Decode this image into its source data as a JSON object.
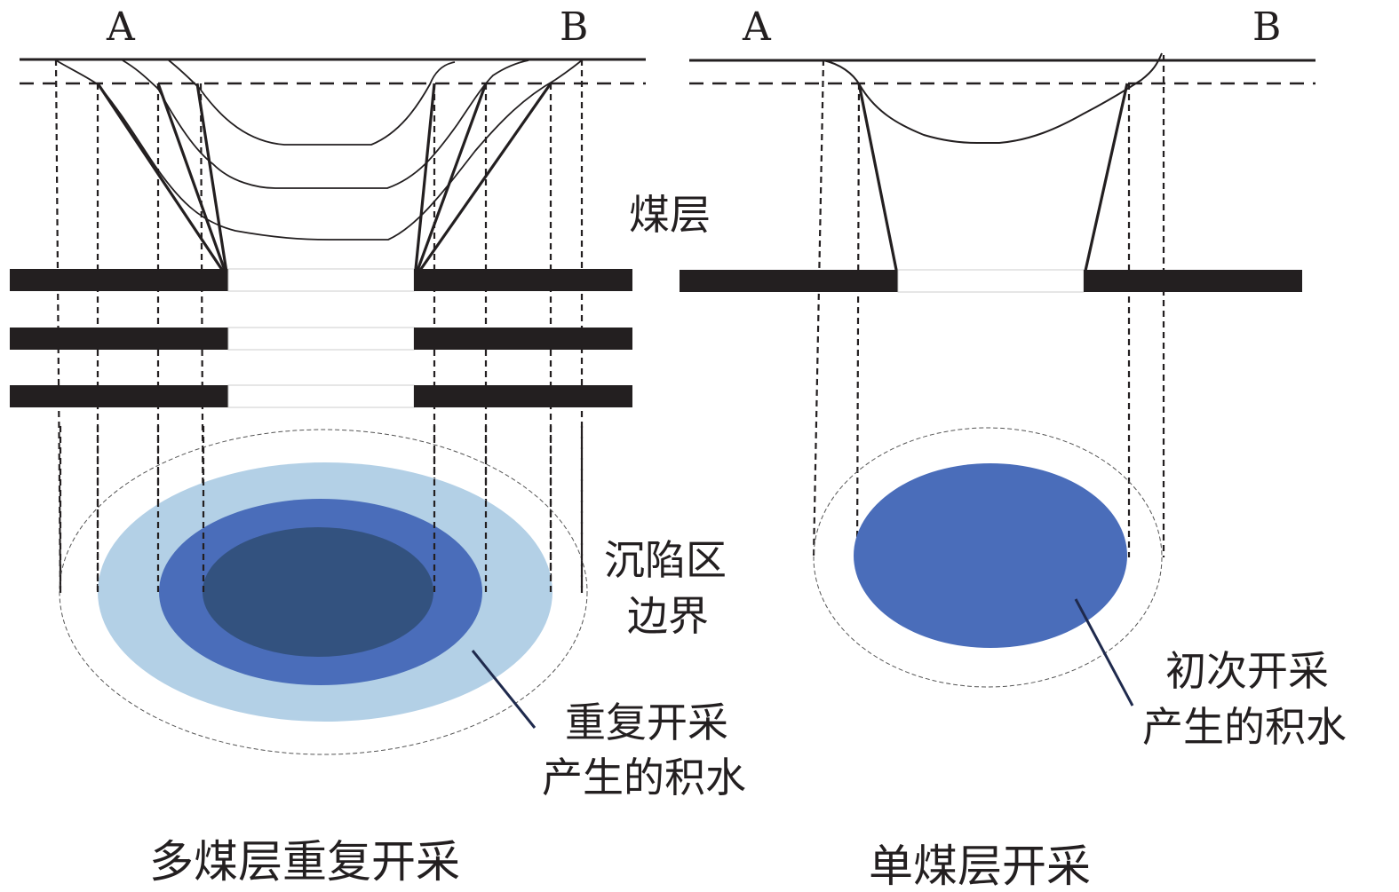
{
  "colors": {
    "ink": "#231f20",
    "coal": "#231f20",
    "water_light": "#b3d0e6",
    "water_mid": "#4a6dba",
    "water_dark": "#33527f",
    "gap_outline": "#cccccc"
  },
  "left_panel": {
    "label_a": "A",
    "label_b": "B",
    "seam_label": "煤层",
    "boundary_label_line1": "沉陷区",
    "boundary_label_line2": "边界",
    "water_label_line1": "重复开采",
    "water_label_line2": "产生的积水",
    "caption": "多煤层重复开采",
    "coal_seam_count": 3
  },
  "right_panel": {
    "label_a": "A",
    "label_b": "B",
    "water_label_line1": "初次开采",
    "water_label_line2": "产生的积水",
    "caption": "单煤层开采",
    "coal_seam_count": 1
  }
}
